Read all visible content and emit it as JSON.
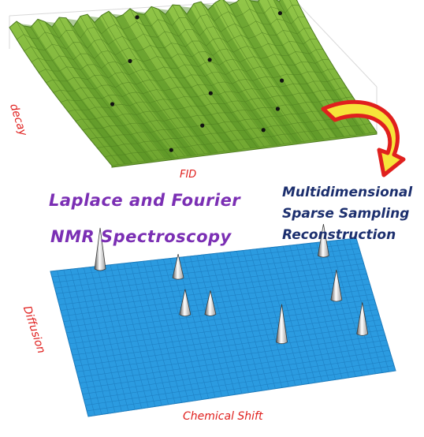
{
  "labels": {
    "decay": "decay",
    "fid": "FID",
    "diffusion": "Diffusion",
    "chemical_shift": "Chemical Shift"
  },
  "titles": {
    "line1": "Laplace and Fourier",
    "line2": "NMR Spectroscopy"
  },
  "reconstruction": {
    "line1": "Multidimensional",
    "line2": "Sparse Sampling",
    "line3": "Reconstruction"
  },
  "colors": {
    "fid_surface": "#7fb23a",
    "spectrum_surface": "#2b9be0",
    "arrow_outer": "#e0201e",
    "arrow_inner": "#f6e53a",
    "axis_label": "#e0201e",
    "title_text": "#7b2fb4",
    "reconstruction_text": "#1c2f6e"
  },
  "icons": {
    "process_arrow": "curved-arrow-icon"
  }
}
